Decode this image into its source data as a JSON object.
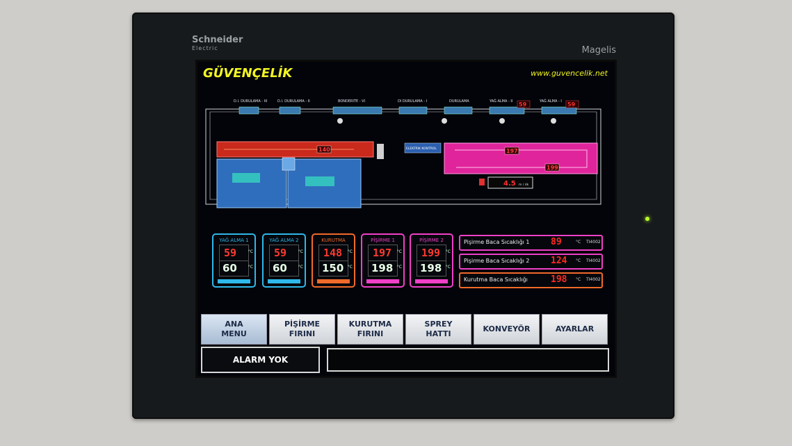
{
  "bezel": {
    "brand_left": "Schneider",
    "brand_left_sub": "Electric",
    "brand_right": "Magelis"
  },
  "header": {
    "title": "GÜVENÇELİK",
    "site": "www.guvencelik.net"
  },
  "diagram": {
    "line_labels": [
      "D.I. DURULAMA - III",
      "D.I. DURULAMA - II",
      "BONDERITE - VI",
      "DI DURULAMA - I",
      "DURULAMA",
      "YAĞ ALMA - II",
      "YAĞ ALMA - I"
    ],
    "oven_red_value": "140",
    "oven_pink_value_top": "197",
    "oven_pink_value_bottom": "199",
    "mini_59_a": "59",
    "mini_59_b": "59",
    "panel_label": "ELEKTRIK KONTROL",
    "conveyor_speed": "4.5",
    "conveyor_unit": "m / dk"
  },
  "temps": [
    {
      "label": "YAĞ ALMA 1",
      "setpoint": "59",
      "actual": "60",
      "unit": "°C",
      "color": "#2fb8ea"
    },
    {
      "label": "YAĞ ALMA 2",
      "setpoint": "59",
      "actual": "60",
      "unit": "°C",
      "color": "#2fb8ea"
    },
    {
      "label": "KURUTMA",
      "setpoint": "148",
      "actual": "150",
      "unit": "°C",
      "color": "#f06a2a"
    },
    {
      "label": "PİŞİRME 1",
      "setpoint": "197",
      "actual": "198",
      "unit": "°C",
      "color": "#f040c8"
    },
    {
      "label": "PİŞİRME 2",
      "setpoint": "199",
      "actual": "198",
      "unit": "°C",
      "color": "#f040c8"
    }
  ],
  "stack_temps": [
    {
      "label": "Pişirme Baca Sıcaklığı 1",
      "value": "89",
      "unit": "°C",
      "tag": "TI4002",
      "color": "#f040c8"
    },
    {
      "label": "Pişirme Baca Sıcaklığı 2",
      "value": "124",
      "unit": "°C",
      "tag": "TI4002",
      "color": "#f040c8"
    },
    {
      "label": "Kurutma Baca Sıcaklığı",
      "value": "198",
      "unit": "°C",
      "tag": "TI4002",
      "color": "#f06a2a"
    }
  ],
  "nav": [
    {
      "l1": "ANA",
      "l2": "MENU"
    },
    {
      "l1": "PİŞİRME",
      "l2": "FIRINI"
    },
    {
      "l1": "KURUTMA",
      "l2": "FIRINI"
    },
    {
      "l1": "SPREY",
      "l2": "HATTI"
    },
    {
      "l1": "KONVEYÖR",
      "l2": ""
    },
    {
      "l1": "AYARLAR",
      "l2": ""
    }
  ],
  "status": {
    "alarm": "ALARM YOK",
    "message": ""
  },
  "colors": {
    "screen_bg": "#03040a",
    "title": "#f2f522",
    "digit_red": "#ff2a22"
  }
}
